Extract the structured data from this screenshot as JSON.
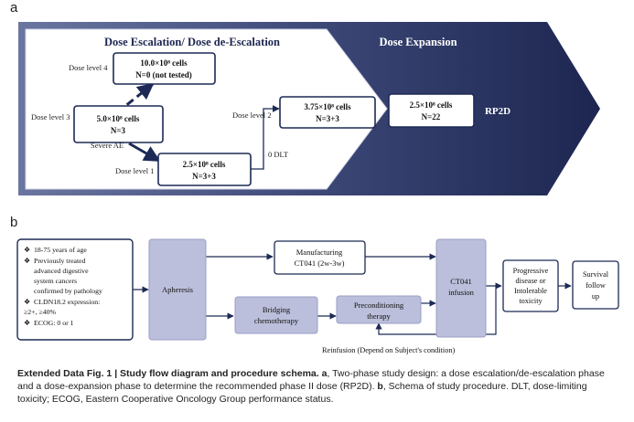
{
  "panel_a": {
    "label": "a",
    "phase_escalation_title": "Dose Escalation/ Dose de-Escalation",
    "phase_expansion_title": "Dose Expansion",
    "rp2d": "RP2D",
    "levels": {
      "level4": {
        "label": "Dose level 4",
        "dose": "10.0×10⁸ cells",
        "n": "N=0 (not tested)"
      },
      "level3": {
        "label": "Dose level 3",
        "dose": "5.0×10⁸ cells",
        "n": "N=3"
      },
      "level1": {
        "label": "Dose level 1",
        "dose": "2.5×10⁸ cells",
        "n": "N=3+3"
      },
      "level2": {
        "label": "Dose level 2",
        "dose": "3.75×10⁸ cells",
        "n": "N=3+3"
      },
      "expansion": {
        "dose": "2.5×10⁸ cells",
        "n": "N=22"
      }
    },
    "edge_labels": {
      "severe_ae": "Severe AE",
      "zero_dlt": "0 DLT"
    }
  },
  "panel_b": {
    "label": "b",
    "criteria": [
      "18-75 years of age",
      "Previously treated advanced digestive system cancers confirmed by pathology",
      "CLDN18.2 expression: ≥2+, ≥40%",
      "ECOG: 0 or 1"
    ],
    "bullet_glyph": "❖",
    "apheresis": "Apheresis",
    "manufacturing": [
      "Manufacturing",
      "CT041 (2w-3w)"
    ],
    "bridging": [
      "Bridging",
      "chemotherapy"
    ],
    "preconditioning": [
      "Preconditioning",
      "therapy"
    ],
    "infusion": [
      "CT041",
      "infusion"
    ],
    "progressive": [
      "Progressive",
      "disease or",
      "Intolerable",
      "toxicity"
    ],
    "survival": [
      "Survival",
      "follow",
      "up"
    ],
    "reinfusion": "Reinfusion (Depend on Subject's condition)"
  },
  "caption": {
    "title": "Extended Data Fig. 1 | Study flow diagram and procedure schema.",
    "a_marker": "a",
    "a_text": ", Two-phase study design: a dose escalation/de-escalation phase and a dose-expansion phase to determine the recommended phase II dose (RP2D).",
    "b_marker": "b",
    "b_text": ", Schema of study procedure. DLT, dose-limiting toxicity; ECOG, Eastern Cooperative Oncology Group performance status."
  },
  "colors": {
    "navy_dark": "#1d2650",
    "navy_light": "#4e5a85",
    "box_fill": "#bcbfdb",
    "box_stroke": "#9a9ec4",
    "line": "#1c2a55"
  }
}
